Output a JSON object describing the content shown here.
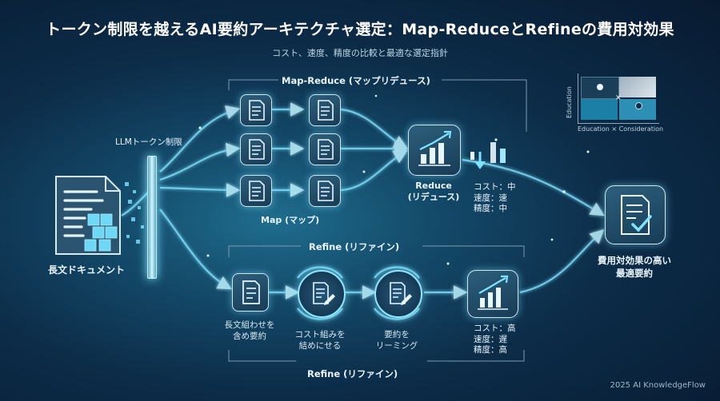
{
  "title": "トークン制限を越えるAI要約アーキテクチャ選定：Map-ReduceとRefineの費用対効果",
  "subtitle": "コスト、速度、精度の比較と最適な選定指針",
  "source_label": "長文ドキュメント",
  "limit_label": "LLMトークン制限",
  "map_reduce": {
    "header": "Map-Reduce (マップリデュース)",
    "map_label": "Map (マップ)",
    "reduce_label": "Reduce\n(リデュース)",
    "stats": "コスト：中\n速度：速\n精度：中"
  },
  "refine": {
    "header": "Refine (リファイン)",
    "footer_label": "Refine (リファイン)",
    "steps": [
      "長文組わせを\n含め要約",
      "コスト組みを\n結めにせる",
      "要約を\nリーミング"
    ],
    "stats": "コスト：高\n速度：遅\n精度：高"
  },
  "result_label": "費用対効果の高い\n最適要約",
  "matrix": {
    "y_label": "Education",
    "x_label": "Education × Consideration"
  },
  "footer": "2025 AI KnowledgeFlow",
  "colors": {
    "accent": "#7fe3ff",
    "tile_border": "#cfe8f7",
    "background": "#0c2c48"
  }
}
